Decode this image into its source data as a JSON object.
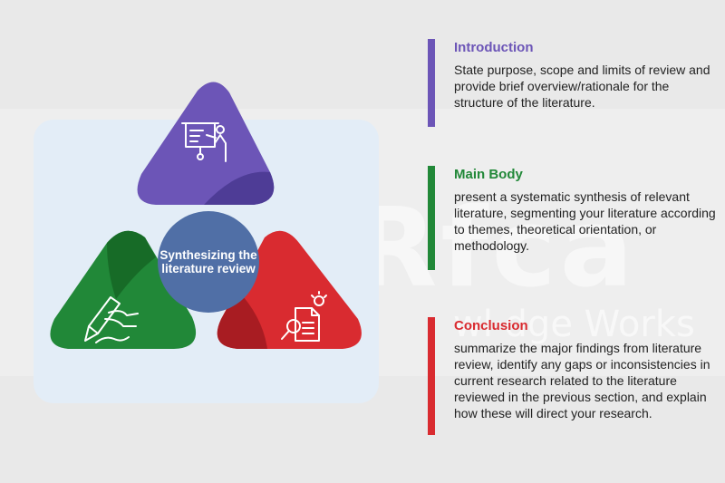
{
  "watermark": {
    "main": "Rfca",
    "sub": "wl·dge Works"
  },
  "diagram": {
    "center_label": "Synthesizing the literature review",
    "icons": [
      "presentation-icon",
      "writing-hand-icon",
      "research-document-icon"
    ]
  },
  "colors": {
    "introduction": "#6c55b7",
    "main_body": "#218838",
    "conclusion": "#d92b30",
    "center": "#506fa6",
    "panel": "#e3edf7"
  },
  "sections": {
    "introduction": {
      "title": "Introduction",
      "body": "State purpose, scope and limits of review and provide brief overview/rationale for the structure of the literature."
    },
    "main_body": {
      "title": "Main Body",
      "body": "present a systematic synthesis of relevant literature, segmenting your literature according to themes, theoretical orientation, or methodology."
    },
    "conclusion": {
      "title": "Conclusion",
      "body": "summarize the major findings from literature review, identify any gaps or inconsistencies in current research related to the literature reviewed in the previous section, and explain how these will direct your research."
    }
  }
}
